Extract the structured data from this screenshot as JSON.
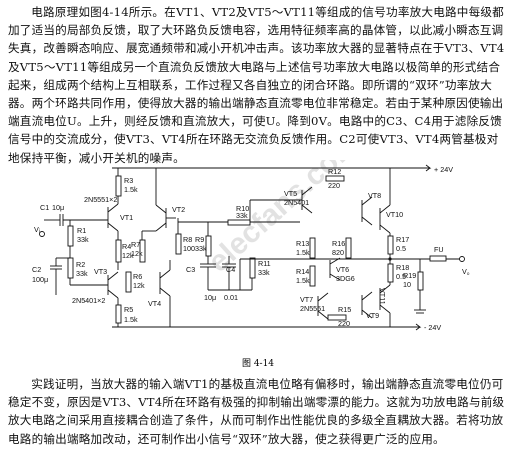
{
  "paragraphs": {
    "p1": "电路原理如图4-14所示。在VT1、VT2及VT5～VT11等组成的信号功率放大电路中每级都加了适当的局部负反馈，取了大环路负反馈电容，选用特征频率高的晶体管，以此减小瞬态互调失真，改善瞬态响应、展宽通频带和减小开机冲击声。该功率放大器的显著特点在于VT3、VT4及VT5～VT11等组成另一个直流负反馈放大电路与上述信号功率放大电路以极简单的形式结合起来，组成两个结构上互相联系，工作过程又各自独立的闭合环路。即所谓的“双环”功率放大器。两个环路共同作用，使得放大器的输出端静态直流零电位非常稳定。若由于某种原因使输出端直流电位U。上升，则经反馈和直流放大，可使U。降到0V。电路中的C3、C4用于滤除反馈信号中的交流成分，使VT3、VT4所在环路无交流负反馈作用。C2可使VT3、VT4两管基极对地保持平衡，减小开关机的噪声。",
    "p2": "实践证明，当放大器的输入端VT1的基极直流电位略有偏移时，输出端静态直流零电位仍可稳定不变，原因是VT3、VT4所在环路有极强的抑制输出端零漂的能力。这就为功放电路与前级放大电路之间采用直接耦合创造了条件，从而可制作出性能优良的多级全直耦放大器。若将功放电路的输出端略加改动，还可制作出小信号“双环”放大器，使之获得更广泛的应用。"
  },
  "figure": {
    "caption": "图 4-14",
    "watermark": "elecfans.com",
    "labels": {
      "r3": "R3",
      "r3v": "1.5k",
      "tr1": "2N5551×2",
      "c1": "C1",
      "c1v": "10μ",
      "vt1": "VT1",
      "vi": "Vᵢ",
      "r1": "R1",
      "r1v": "33k",
      "r2": "R2",
      "r2v": "33k",
      "c2": "C2",
      "c2v": "100μ",
      "vt2": "VT2",
      "r4": "R4",
      "r4v": "12k",
      "r7": "R7",
      "r7v": "12k",
      "r8": "R8",
      "r8v": "100",
      "r6": "R6",
      "r6v": "12k",
      "vt3": "VT3",
      "tr2": "2N5401×2",
      "r5": "R5",
      "r5v": "1.5k",
      "vt4": "VT4",
      "r10": "R10",
      "r10v": "33k",
      "r9": "R9",
      "r9v": "33k",
      "c3": "C3",
      "c3v": "10μ",
      "c4": "C4",
      "c4v": "0.01",
      "r11": "R11",
      "r11v": "33k",
      "r12": "R12",
      "r12v": "220",
      "vt5": "VT5",
      "vt5p": "2N5401",
      "r13": "R13",
      "r13v": "1.5k",
      "r14": "R14",
      "r14v": "1.5k",
      "r16": "R16",
      "r16v": "820",
      "vt6": "VT6",
      "vt6p": "3DG6",
      "vt7": "VT7",
      "vt7p": "2N5551",
      "r15": "R15",
      "r15v": "220",
      "vt8": "VT8",
      "vt9": "VT9",
      "vt10": "VT10",
      "vt11": "VT11",
      "r17": "R17",
      "r17v": "0.5",
      "r18": "R18",
      "r18v": "0.5",
      "r19": "R19",
      "r19v": "10",
      "fu": "FU",
      "vo": "V。",
      "pos": "+ 24V",
      "neg": "- 24V"
    }
  }
}
